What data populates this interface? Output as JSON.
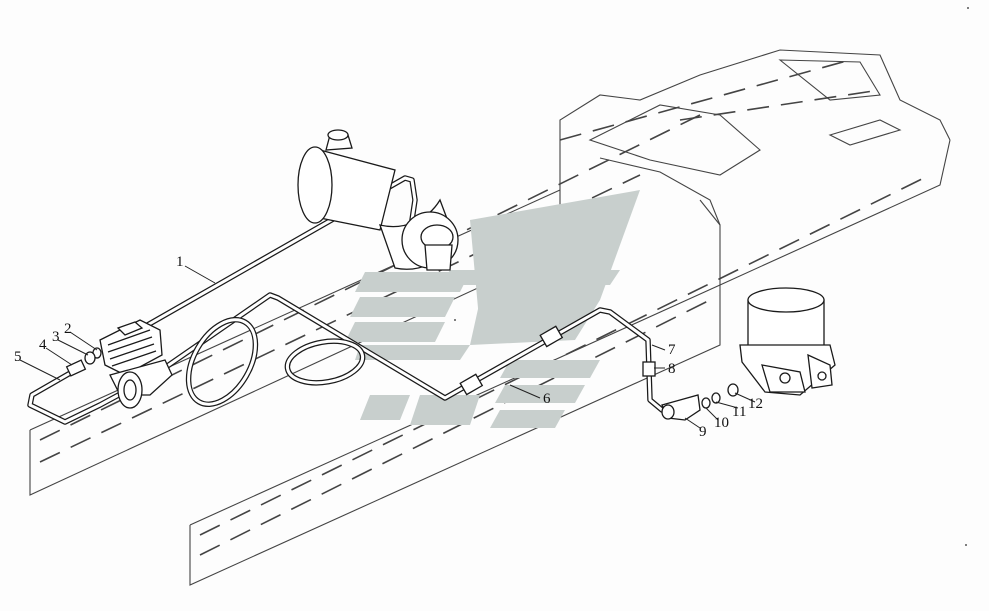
{
  "callouts": [
    {
      "id": "1",
      "text": "1"
    },
    {
      "id": "2",
      "text": "2"
    },
    {
      "id": "3",
      "text": "3"
    },
    {
      "id": "4",
      "text": "4"
    },
    {
      "id": "5",
      "text": "5"
    },
    {
      "id": "6",
      "text": "6"
    },
    {
      "id": "7",
      "text": "7"
    },
    {
      "id": "8",
      "text": "8"
    },
    {
      "id": "9",
      "text": "9"
    },
    {
      "id": "10",
      "text": "10"
    },
    {
      "id": "11",
      "text": "11"
    },
    {
      "id": "12",
      "text": "12"
    }
  ],
  "colors": {
    "watermark": "#c8cfcd",
    "line": "#1a1a1a",
    "background": "#fdfdfd"
  }
}
